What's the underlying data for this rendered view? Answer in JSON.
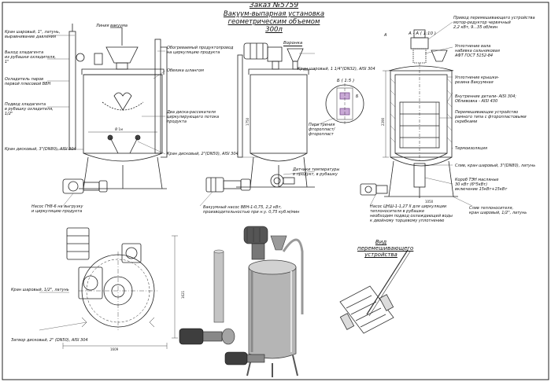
{
  "title": {
    "order": "Заказ №5759",
    "line2": "Вакуум-выпарная установка",
    "line3": "геометрическим объемом 300л"
  },
  "view_caption": {
    "line1": "Вид",
    "line2": "перемешивающего",
    "line3": "устройства"
  },
  "sections": {
    "a_a": "А - А ( 1:10 )",
    "b": "Б ( 1:5 )",
    "voronka": "Воронка",
    "a_mark": "А",
    "b_mark": "Б"
  },
  "labels": {
    "kran_sharovy_1": "Кран шаровый, 1\", латунь,\nвыравнивание давления",
    "vyhod_hladagenta": "Выход хладагента\nиз рубашки охладителя,\n1\"",
    "ohladitel_parov": "Охладитель паров\nпервой плюсовой ВВН",
    "podvod_hladagenta": "Подвод хладагента\nв рубашку охладителя,\n1/2\"",
    "kran_diskovy_3": "Кран дисковый, 3\"(DN80), AISI 304",
    "nasos_gn8": "Насос ГН8-6 на выгрузку\nи циркуляцию продукта",
    "liniya_vakuuma": "Линия вакуума",
    "obogrevaemy": "Обогреваемый продуктопровод\nна циркуляцию продукта",
    "obvyazka": "Обвязка шлангом",
    "dva_diska": "Два диска-рассекателя\nциркулирующего потока\nпродукта",
    "kran_diskovy_2": "Кран дисковый, 2\"(DN50), AISI 304",
    "vakuumny_nasos": "Вакуумный насос ВВН-1-0,75, 2,2 кВт,\nпроизводительностью при н.у. 0,75 куб.м/мин",
    "kran_sharovy_114": "Кран шаровый, 1 1/4\"(DN32), AISI 304",
    "para_treniya": "Пара трения\nфторопласт/\nфторопласт",
    "datchiki_temp": "Датчики температуры\nв продукт, в рубашку",
    "nasos_sh": "Насос ЦНШ-1-1,27 II для циркуляции\nтеплоносителя в рубашке\nнеобходим подвод охлаждающей воды\nк двойному торцевому уплотнению",
    "privod": "Привод перемешивающего устройства\nмотор-редуктор червячный\n2,2 кВт, 9...35 об/мин",
    "uplotnenie": "Уплотнение вала\nнабивка сальниковая\nАФТ ГОСТ 5152-84",
    "uplotnenie_kr": "Уплотнение крышки-\nрезина Вакуумная",
    "vnutrennie": "Внутренние детали- AISI 304;\nОбливовка - AISI 430",
    "peremeshivayuschee": "Перемешивающее устройство\nрамного типа с фторопластовыми\nскребками",
    "termoizolyaciya": "Термоизоляция",
    "sliv_kran": "Слив, кран шаровый, 3\"(DN80), латунь",
    "korob_ten": "Короб ТЭН масляные\n30 кВт (6*5кВт)\nвключение 15кВт+15кВт",
    "sliv_teplonositelya": "Слив теплоносителя,\nкран шаровый, 1/2\", латунь",
    "kran_sharovy_12": "Кран шаровый, 1/2\", латунь",
    "zatvor_diskovy": "Затвор дисковый, 2\" (DN50), AISI 304"
  },
  "dimensions": {
    "d_front": "Ø 1м",
    "h_total": "2390",
    "h_mid": "1750",
    "w_plan": "1609",
    "h_plan": "1621",
    "side_dim": "1050"
  }
}
